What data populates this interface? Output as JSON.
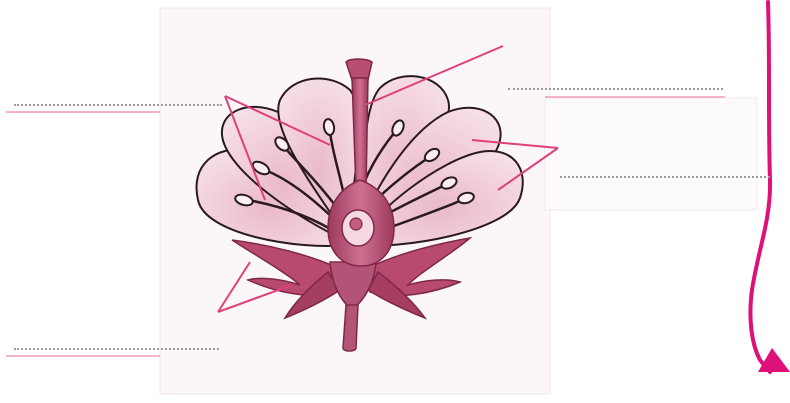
{
  "diagram": {
    "subject": "flower",
    "colors": {
      "petal_fill": "#f2d3dd",
      "petal_inner": "#e7b7c6",
      "petal_outline": "#2a1a20",
      "carpel": "#b84e72",
      "carpel_dark": "#8e2f52",
      "sepal": "#b94a6f",
      "pointer_line": "#e0407a",
      "margin_line": "#e0107a",
      "blank_dots": "#9a9a9a"
    },
    "label_blanks": [
      {
        "id": "left-upper",
        "target": "stamens",
        "value": ""
      },
      {
        "id": "right-upper",
        "target": "stigma",
        "value": ""
      },
      {
        "id": "right-middle",
        "target": "petals",
        "value": ""
      },
      {
        "id": "left-lower",
        "target": "sepals",
        "value": ""
      }
    ]
  }
}
